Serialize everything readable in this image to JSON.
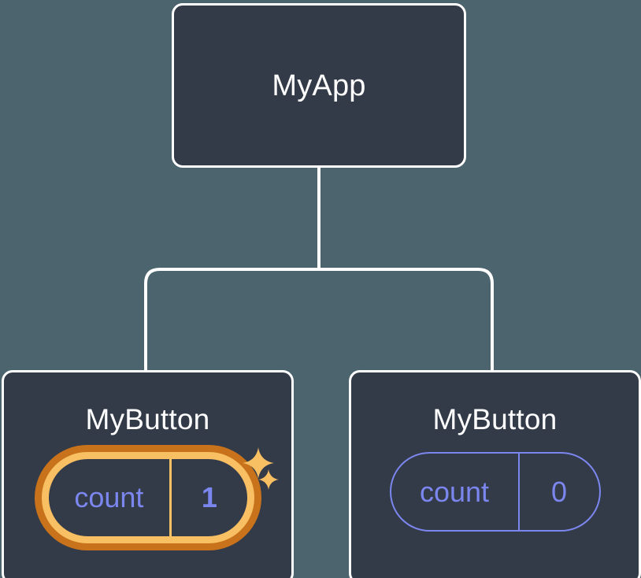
{
  "diagram": {
    "type": "component-tree",
    "title_hidden": true,
    "background_color": "#4c646e",
    "node_fill_color": "#333b49",
    "node_border_color": "#ffffff",
    "connector_color": "#ffffff",
    "accent_highlight_color": "#f9bf63",
    "accent_highlight_outer_color": "#c8731c",
    "state_text_color": "#7c86ef"
  },
  "root": {
    "label": "MyApp"
  },
  "children": [
    {
      "label": "MyButton",
      "state": {
        "key": "count",
        "value": "1"
      },
      "highlighted": true,
      "sparkles": [
        {
          "name": "sparkle-large-icon"
        },
        {
          "name": "sparkle-small-icon"
        }
      ]
    },
    {
      "label": "MyButton",
      "state": {
        "key": "count",
        "value": "0"
      },
      "highlighted": false
    }
  ]
}
